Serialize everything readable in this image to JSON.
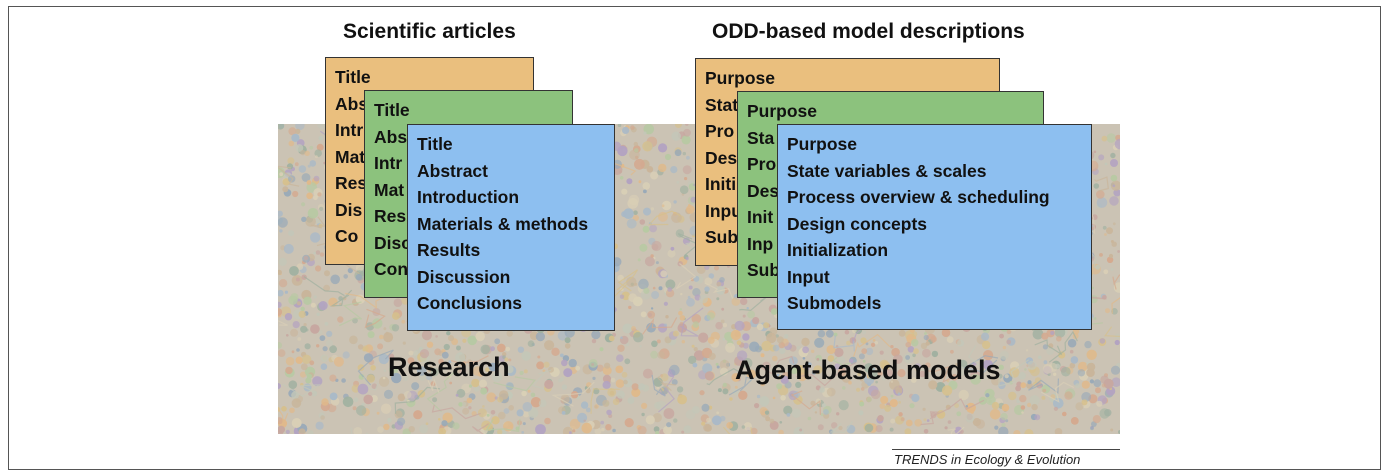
{
  "left_panel": {
    "heading": "Scientific articles",
    "background_label": "Research",
    "cards": {
      "back": {
        "color": "#eabf7e",
        "lines": [
          "Title",
          "Abs",
          "Intr",
          "Mat",
          "Res",
          "Dis",
          "Co"
        ]
      },
      "middle": {
        "color": "#8cc27d",
        "lines": [
          "Title",
          "Abs",
          "Intr",
          "Mat",
          "Res",
          "Disc",
          "Con"
        ]
      },
      "front": {
        "color": "#8dbff0",
        "lines": [
          "Title",
          "Abstract",
          "Introduction",
          "Materials & methods",
          "Results",
          "Discussion",
          "Conclusions"
        ]
      }
    }
  },
  "right_panel": {
    "heading": "ODD-based model descriptions",
    "background_label": "Agent-based models",
    "cards": {
      "back": {
        "color": "#eabf7e",
        "lines": [
          "Purpose",
          "Stat",
          "Pro",
          "Des",
          "Initi",
          "Inpu",
          "Sub"
        ]
      },
      "middle": {
        "color": "#8cc27d",
        "lines": [
          "Purpose",
          "Sta",
          "Pro",
          "Des",
          "Init",
          "Inp",
          "Sub"
        ]
      },
      "front": {
        "color": "#8dbff0",
        "lines": [
          "Purpose",
          "State variables & scales",
          "Process overview & scheduling",
          "Design concepts",
          "Initialization",
          "Input",
          "Submodels"
        ]
      }
    }
  },
  "footer": "TRENDS in Ecology & Evolution"
}
